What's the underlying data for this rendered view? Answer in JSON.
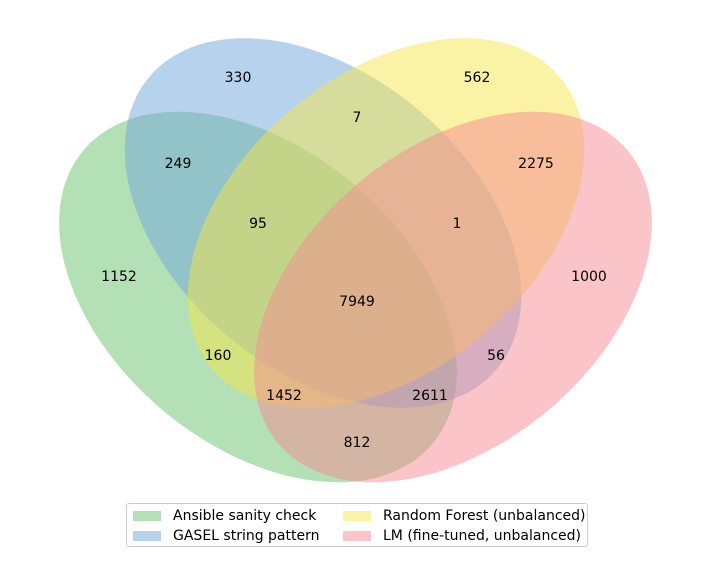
{
  "sets": [
    {
      "label": "Ansible sanity check",
      "color": "#67c26c"
    },
    {
      "label": "GASEL string pattern",
      "color": "#6fa6dc"
    },
    {
      "label": "Random Forest (unbalanced)",
      "color": "#f5e54a"
    },
    {
      "label": "LM (fine-tuned, unbalanced)",
      "color": "#f68a91"
    }
  ],
  "regions": [
    {
      "sets": [
        "GASEL string pattern"
      ],
      "value": "330"
    },
    {
      "sets": [
        "Random Forest (unbalanced)"
      ],
      "value": "562"
    },
    {
      "sets": [
        "GASEL string pattern",
        "Random Forest (unbalanced)"
      ],
      "value": "7"
    },
    {
      "sets": [
        "Ansible sanity check",
        "GASEL string pattern"
      ],
      "value": "249"
    },
    {
      "sets": [
        "Random Forest (unbalanced)",
        "LM (fine-tuned, unbalanced)"
      ],
      "value": "2275"
    },
    {
      "sets": [
        "Ansible sanity check",
        "GASEL string pattern",
        "Random Forest (unbalanced)"
      ],
      "value": "95"
    },
    {
      "sets": [
        "GASEL string pattern",
        "Random Forest (unbalanced)",
        "LM (fine-tuned, unbalanced)"
      ],
      "value": "1"
    },
    {
      "sets": [
        "Ansible sanity check"
      ],
      "value": "1152"
    },
    {
      "sets": [
        "LM (fine-tuned, unbalanced)"
      ],
      "value": "1000"
    },
    {
      "sets": [
        "Ansible sanity check",
        "GASEL string pattern",
        "Random Forest (unbalanced)",
        "LM (fine-tuned, unbalanced)"
      ],
      "value": "7949"
    },
    {
      "sets": [
        "Ansible sanity check",
        "Random Forest (unbalanced)"
      ],
      "value": "160"
    },
    {
      "sets": [
        "GASEL string pattern",
        "LM (fine-tuned, unbalanced)"
      ],
      "value": "56"
    },
    {
      "sets": [
        "Ansible sanity check",
        "Random Forest (unbalanced)",
        "LM (fine-tuned, unbalanced)"
      ],
      "value": "1452"
    },
    {
      "sets": [
        "Ansible sanity check",
        "GASEL string pattern",
        "LM (fine-tuned, unbalanced)"
      ],
      "value": "2611"
    },
    {
      "sets": [
        "Ansible sanity check",
        "LM (fine-tuned, unbalanced)"
      ],
      "value": "812"
    }
  ]
}
